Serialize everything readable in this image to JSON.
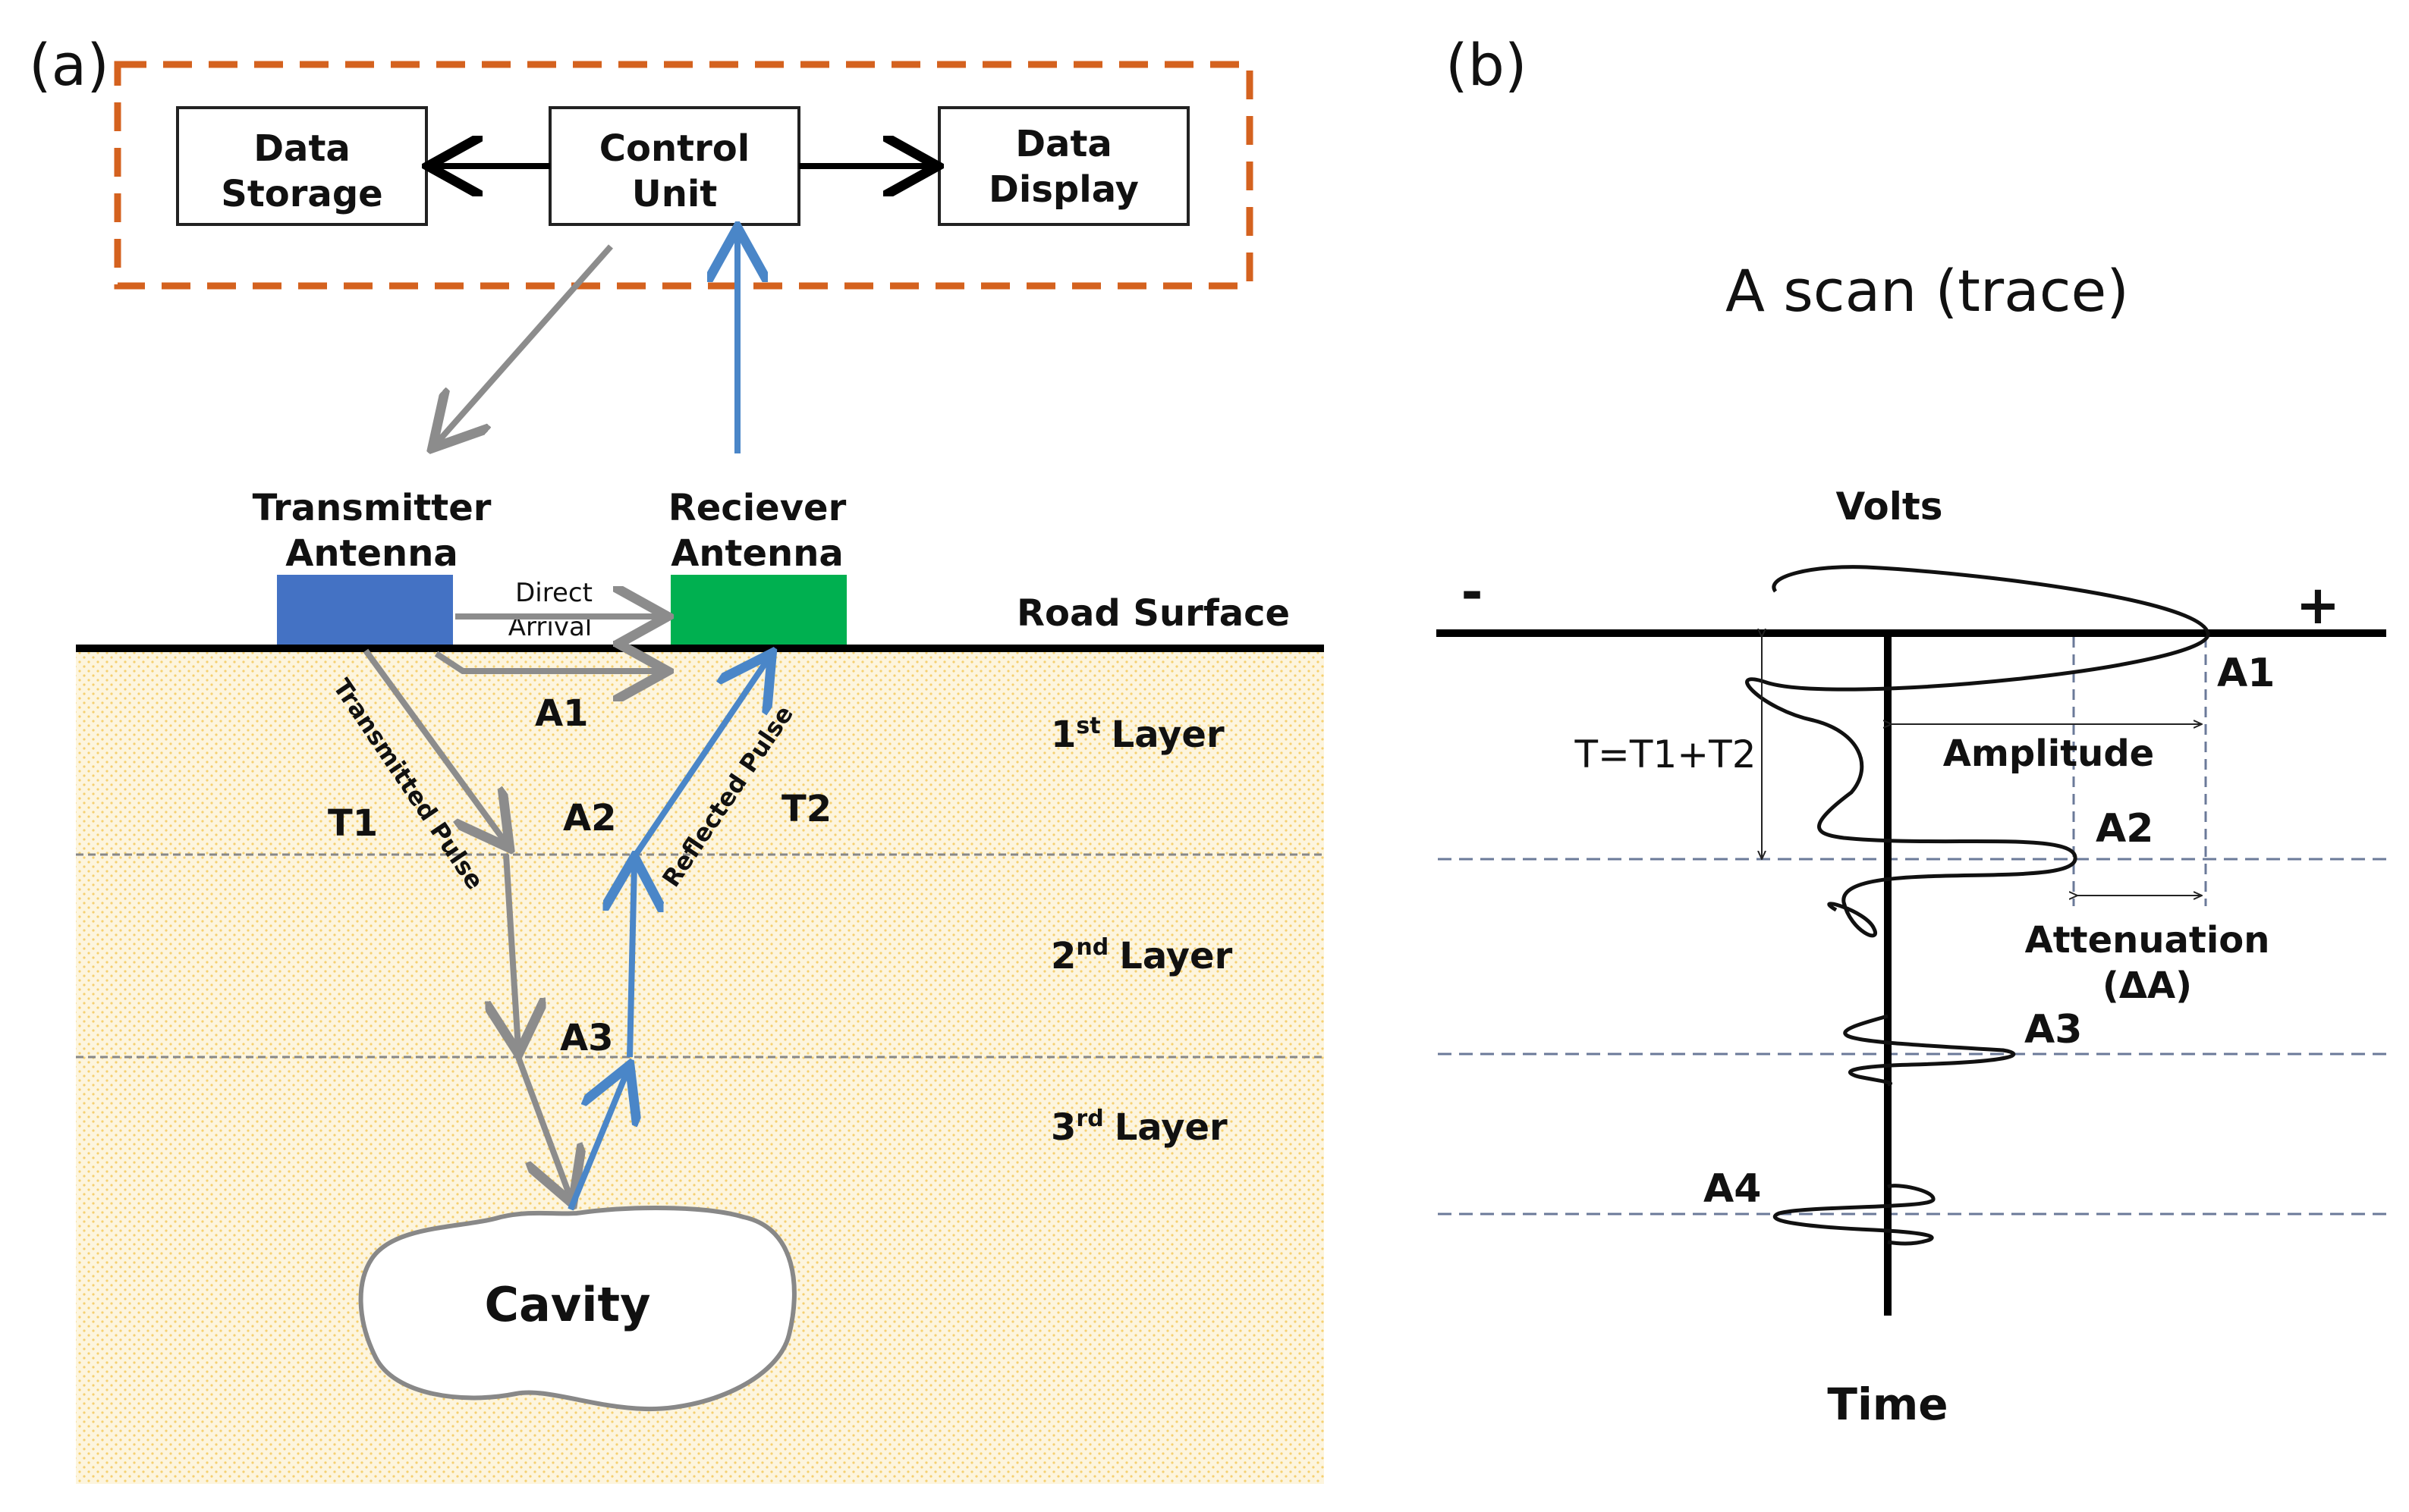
{
  "panel_a": {
    "label": "(a)",
    "boxes": {
      "data_storage": [
        "Data",
        "Storage"
      ],
      "control_unit": [
        "Control",
        "Unit"
      ],
      "data_display": [
        "Data",
        "Display"
      ]
    },
    "transmitter": [
      "Transmitter",
      "Antenna"
    ],
    "receiver": [
      "Reciever",
      "Antenna"
    ],
    "direct_arrival": [
      "Direct",
      "Arrival"
    ],
    "road_surface": "Road Surface",
    "layers": [
      {
        "num": "1",
        "sup": "st",
        "label": "Layer"
      },
      {
        "num": "2",
        "sup": "nd",
        "label": "Layer"
      },
      {
        "num": "3",
        "sup": "rd",
        "label": "Layer"
      }
    ],
    "transmitted_pulse": "Transmitted Pulse",
    "reflected_pulse": "Reflected Pulse",
    "a1": "A1",
    "a2": "A2",
    "a3": "A3",
    "t1": "T1",
    "t2": "T2",
    "cavity": "Cavity",
    "colors": {
      "dashed_box": "#d4621f",
      "transmitter": "#4472c4",
      "receiver": "#00b050",
      "gray_arrow": "#8c8c8c",
      "blue_arrow": "#4a86c8",
      "ground": "#fdf3d8",
      "dots": "#f0c040"
    }
  },
  "panel_b": {
    "label": "(b)",
    "title": "A scan (trace)",
    "volts": "Volts",
    "minus": "-",
    "plus": "+",
    "a1": "A1",
    "a2": "A2",
    "a3": "A3",
    "a4": "A4",
    "amplitude": "Amplitude",
    "t_eq": "T=T1+T2",
    "attenuation": [
      "Attenuation",
      "(ΔA)"
    ],
    "time": "Time",
    "colors": {
      "dashed": "#6b7a99"
    }
  }
}
